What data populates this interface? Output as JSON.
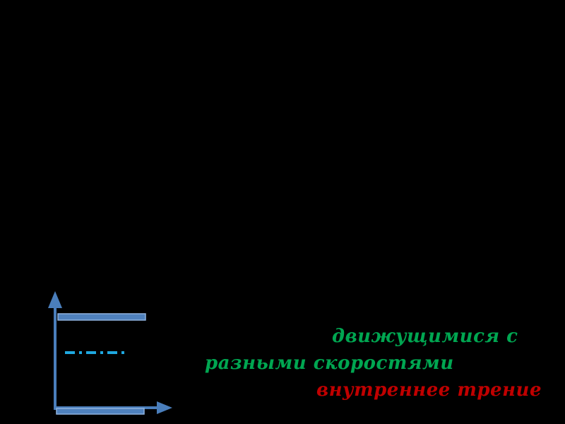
{
  "text": {
    "line1": "движущимися с",
    "line2": "разными скоростями",
    "line3": "внутреннее трение"
  },
  "colors": {
    "background": "#000000",
    "axis": "#4a7ebb",
    "plate": "#4f81bd",
    "dash_line": "#1fa8e0",
    "green_text": "#00a651",
    "red_text": "#c00000"
  },
  "icons": {
    "axis_arrow": "arrow-up-icon",
    "axis_arrow_x": "arrow-right-icon"
  }
}
